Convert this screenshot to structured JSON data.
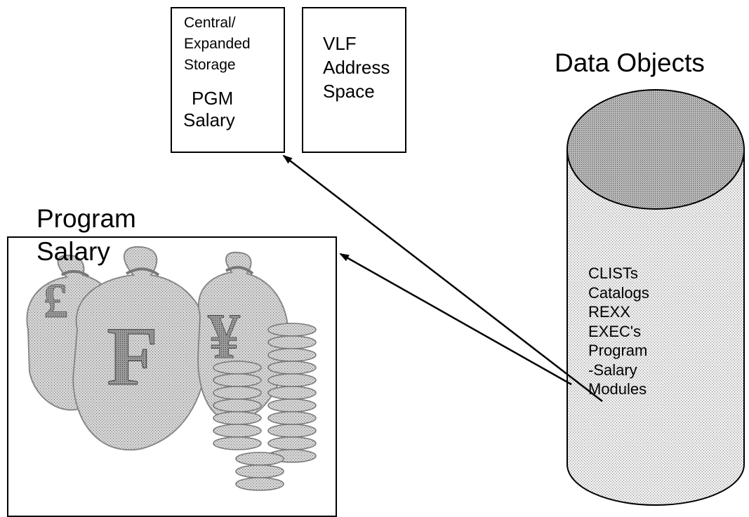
{
  "storage_box": {
    "line1": "Central/",
    "line2": "Expanded",
    "line3": "Storage",
    "pgm_line1": "PGM",
    "pgm_line2": "Salary"
  },
  "vlf_box": {
    "line1": "VLF",
    "line2": "Address",
    "line3": "Space"
  },
  "data_objects": {
    "title": "Data Objects",
    "items": [
      "CLISTs",
      "Catalogs",
      "REXX",
      "EXEC's",
      "Program",
      "-Salary",
      "Modules"
    ]
  },
  "program_box": {
    "line1": "Program",
    "line2": "Salary"
  },
  "money_bags_image": {
    "currency_symbols": [
      "£",
      "F",
      "¥"
    ]
  },
  "colors": {
    "stroke": "#000000",
    "cylinder_light": "#d9d9d9",
    "cylinder_top": "#a8a8a8",
    "bag_fill": "#c0c0c0"
  }
}
